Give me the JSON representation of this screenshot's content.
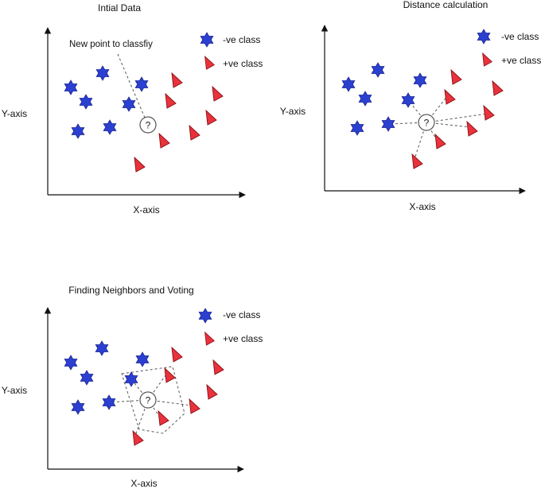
{
  "panels": [
    {
      "id": "initial",
      "title": "Intial Data",
      "xlabel": "X-axis",
      "ylabel": "Y-axis",
      "annotation": "New point to classfiy",
      "query_symbol": "?",
      "legend": [
        {
          "label": "-ve class",
          "marker": "blue-star-icon"
        },
        {
          "label": "+ve class",
          "marker": "red-triangle-icon"
        }
      ]
    },
    {
      "id": "distance",
      "title": "Distance calculation",
      "xlabel": "X-axis",
      "ylabel": "Y-axis",
      "query_symbol": "?",
      "legend": [
        {
          "label": "-ve class",
          "marker": "blue-star-icon"
        },
        {
          "label": "+ve class",
          "marker": "red-triangle-icon"
        }
      ]
    },
    {
      "id": "voting",
      "title": "Finding Neighbors and Voting",
      "xlabel": "X-axis",
      "ylabel": "Y-axis",
      "query_symbol": "?",
      "legend": [
        {
          "label": "-ve class",
          "marker": "blue-star-icon"
        },
        {
          "label": "+ve class",
          "marker": "red-triangle-icon"
        }
      ]
    }
  ],
  "colors": {
    "negative": "#2b3fd1",
    "positive": "#e8323c",
    "axis": "#111111",
    "dashed": "#555555"
  }
}
